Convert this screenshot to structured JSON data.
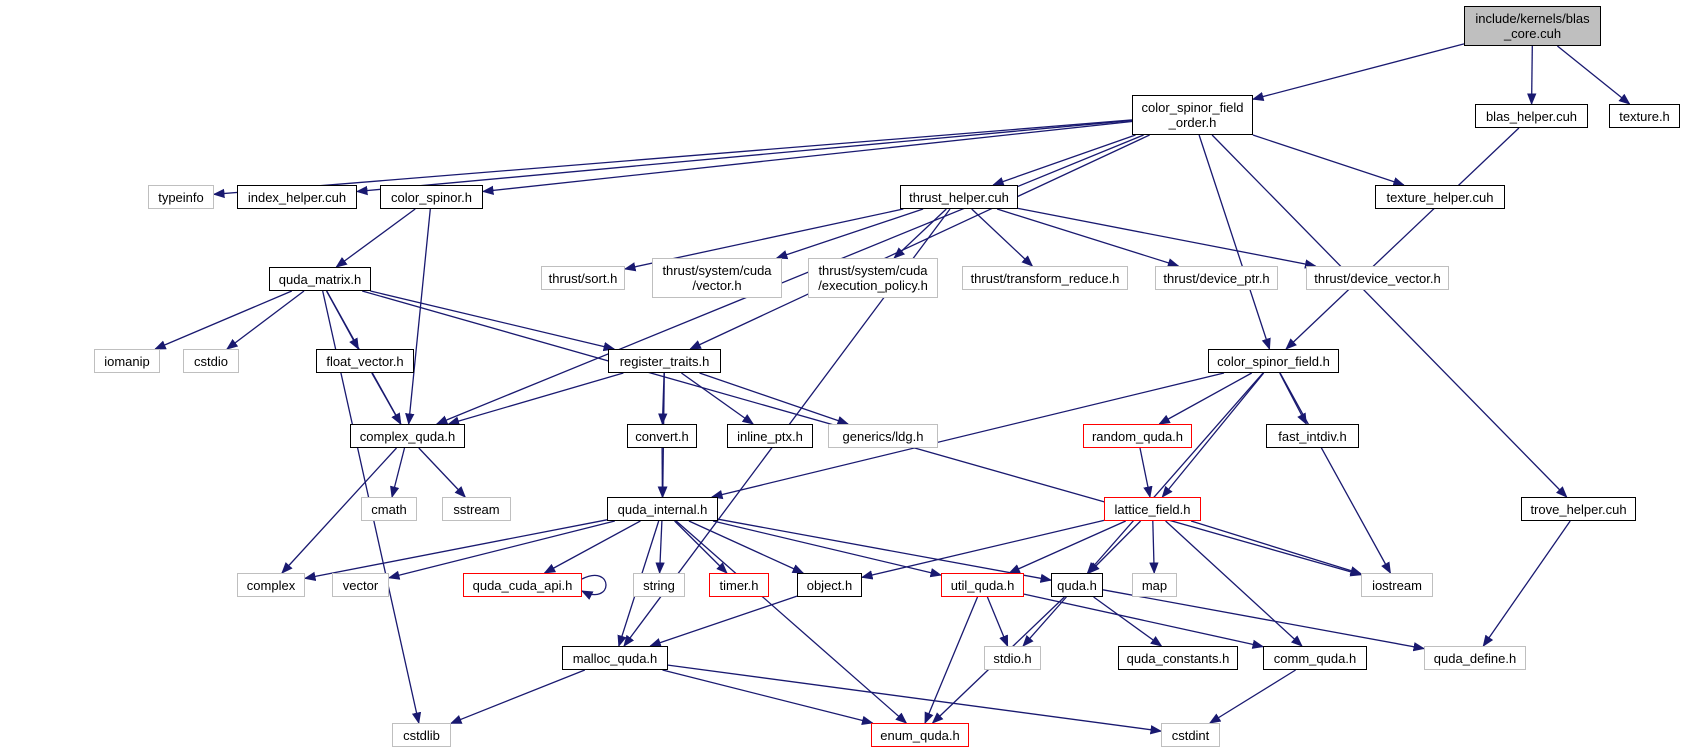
{
  "colors": {
    "edge": "#191970",
    "internal_border": "#000000",
    "external_border": "#bfbfbf",
    "truncated_border": "#ff0000",
    "root_fill": "#bfbfbf"
  },
  "nodes": {
    "root": {
      "label": "include/kernels/blas\n_core.cuh",
      "kind": "root"
    },
    "csfo": {
      "label": "color_spinor_field\n_order.h",
      "kind": "int"
    },
    "blas_helper": {
      "label": "blas_helper.cuh",
      "kind": "int"
    },
    "texture": {
      "label": "texture.h",
      "kind": "int"
    },
    "typeinfo": {
      "label": "typeinfo",
      "kind": "ext"
    },
    "index_helper": {
      "label": "index_helper.cuh",
      "kind": "int"
    },
    "color_spinor": {
      "label": "color_spinor.h",
      "kind": "int"
    },
    "thrust_helper": {
      "label": "thrust_helper.cuh",
      "kind": "int"
    },
    "texture_helper": {
      "label": "texture_helper.cuh",
      "kind": "int"
    },
    "t_sort": {
      "label": "thrust/sort.h",
      "kind": "ext"
    },
    "t_vector": {
      "label": "thrust/system/cuda\n/vector.h",
      "kind": "ext"
    },
    "t_exec": {
      "label": "thrust/system/cuda\n/execution_policy.h",
      "kind": "ext"
    },
    "t_reduce": {
      "label": "thrust/transform_reduce.h",
      "kind": "ext"
    },
    "t_dptr": {
      "label": "thrust/device_ptr.h",
      "kind": "ext"
    },
    "t_dvec": {
      "label": "thrust/device_vector.h",
      "kind": "ext"
    },
    "quda_matrix": {
      "label": "quda_matrix.h",
      "kind": "int"
    },
    "iomanip": {
      "label": "iomanip",
      "kind": "ext"
    },
    "cstdio": {
      "label": "cstdio",
      "kind": "ext"
    },
    "float_vector": {
      "label": "float_vector.h",
      "kind": "int"
    },
    "register_traits": {
      "label": "register_traits.h",
      "kind": "int"
    },
    "csf": {
      "label": "color_spinor_field.h",
      "kind": "int"
    },
    "complex_quda": {
      "label": "complex_quda.h",
      "kind": "int"
    },
    "convert": {
      "label": "convert.h",
      "kind": "int"
    },
    "inline_ptx": {
      "label": "inline_ptx.h",
      "kind": "int"
    },
    "ldg": {
      "label": "generics/ldg.h",
      "kind": "ext"
    },
    "random_quda": {
      "label": "random_quda.h",
      "kind": "trunc"
    },
    "fast_intdiv": {
      "label": "fast_intdiv.h",
      "kind": "int"
    },
    "cmath": {
      "label": "cmath",
      "kind": "ext"
    },
    "sstream": {
      "label": "sstream",
      "kind": "ext"
    },
    "quda_internal": {
      "label": "quda_internal.h",
      "kind": "int"
    },
    "lattice_field": {
      "label": "lattice_field.h",
      "kind": "trunc"
    },
    "trove_helper": {
      "label": "trove_helper.cuh",
      "kind": "int"
    },
    "complex": {
      "label": "complex",
      "kind": "ext"
    },
    "vector": {
      "label": "vector",
      "kind": "ext"
    },
    "quda_cuda_api": {
      "label": "quda_cuda_api.h",
      "kind": "trunc"
    },
    "string": {
      "label": "string",
      "kind": "ext"
    },
    "timer": {
      "label": "timer.h",
      "kind": "trunc"
    },
    "object": {
      "label": "object.h",
      "kind": "int"
    },
    "util_quda": {
      "label": "util_quda.h",
      "kind": "trunc"
    },
    "quda": {
      "label": "quda.h",
      "kind": "int"
    },
    "map": {
      "label": "map",
      "kind": "ext"
    },
    "iostream": {
      "label": "iostream",
      "kind": "ext"
    },
    "malloc_quda": {
      "label": "malloc_quda.h",
      "kind": "int"
    },
    "stdio": {
      "label": "stdio.h",
      "kind": "ext"
    },
    "quda_constants": {
      "label": "quda_constants.h",
      "kind": "int"
    },
    "comm_quda": {
      "label": "comm_quda.h",
      "kind": "int"
    },
    "quda_define": {
      "label": "quda_define.h",
      "kind": "ext"
    },
    "cstdlib": {
      "label": "cstdlib",
      "kind": "ext"
    },
    "enum_quda": {
      "label": "enum_quda.h",
      "kind": "trunc"
    },
    "cstdint": {
      "label": "cstdint",
      "kind": "ext"
    }
  },
  "edges": [
    [
      "root",
      "csfo"
    ],
    [
      "root",
      "blas_helper"
    ],
    [
      "root",
      "texture"
    ],
    [
      "csfo",
      "typeinfo"
    ],
    [
      "csfo",
      "index_helper"
    ],
    [
      "csfo",
      "color_spinor"
    ],
    [
      "csfo",
      "thrust_helper"
    ],
    [
      "csfo",
      "texture_helper"
    ],
    [
      "csfo",
      "complex_quda"
    ],
    [
      "csfo",
      "register_traits"
    ],
    [
      "csfo",
      "csf"
    ],
    [
      "csfo",
      "trove_helper"
    ],
    [
      "blas_helper",
      "csf"
    ],
    [
      "color_spinor",
      "quda_matrix"
    ],
    [
      "color_spinor",
      "complex_quda"
    ],
    [
      "thrust_helper",
      "t_sort"
    ],
    [
      "thrust_helper",
      "t_vector"
    ],
    [
      "thrust_helper",
      "t_exec"
    ],
    [
      "thrust_helper",
      "t_reduce"
    ],
    [
      "thrust_helper",
      "t_dptr"
    ],
    [
      "thrust_helper",
      "t_dvec"
    ],
    [
      "thrust_helper",
      "malloc_quda"
    ],
    [
      "quda_matrix",
      "iomanip"
    ],
    [
      "quda_matrix",
      "cstdio"
    ],
    [
      "quda_matrix",
      "float_vector"
    ],
    [
      "quda_matrix",
      "register_traits"
    ],
    [
      "quda_matrix",
      "complex_quda"
    ],
    [
      "quda_matrix",
      "iostream"
    ],
    [
      "quda_matrix",
      "cstdlib"
    ],
    [
      "float_vector",
      "complex_quda"
    ],
    [
      "register_traits",
      "complex_quda"
    ],
    [
      "register_traits",
      "convert"
    ],
    [
      "register_traits",
      "inline_ptx"
    ],
    [
      "register_traits",
      "ldg"
    ],
    [
      "register_traits",
      "quda_internal"
    ],
    [
      "convert",
      "quda_internal"
    ],
    [
      "csf",
      "random_quda"
    ],
    [
      "csf",
      "fast_intdiv"
    ],
    [
      "csf",
      "lattice_field"
    ],
    [
      "csf",
      "quda_internal"
    ],
    [
      "csf",
      "quda"
    ],
    [
      "csf",
      "iostream"
    ],
    [
      "random_quda",
      "lattice_field"
    ],
    [
      "complex_quda",
      "cmath"
    ],
    [
      "complex_quda",
      "sstream"
    ],
    [
      "complex_quda",
      "complex"
    ],
    [
      "quda_internal",
      "complex"
    ],
    [
      "quda_internal",
      "vector"
    ],
    [
      "quda_internal",
      "quda_cuda_api"
    ],
    [
      "quda_internal",
      "string"
    ],
    [
      "quda_internal",
      "timer"
    ],
    [
      "quda_internal",
      "object"
    ],
    [
      "quda_internal",
      "util_quda"
    ],
    [
      "quda_internal",
      "quda"
    ],
    [
      "quda_internal",
      "malloc_quda"
    ],
    [
      "quda_internal",
      "enum_quda"
    ],
    [
      "quda_cuda_api",
      "quda_cuda_api"
    ],
    [
      "lattice_field",
      "object"
    ],
    [
      "lattice_field",
      "util_quda"
    ],
    [
      "lattice_field",
      "quda"
    ],
    [
      "lattice_field",
      "map"
    ],
    [
      "lattice_field",
      "iostream"
    ],
    [
      "lattice_field",
      "comm_quda"
    ],
    [
      "object",
      "malloc_quda"
    ],
    [
      "util_quda",
      "stdio"
    ],
    [
      "util_quda",
      "enum_quda"
    ],
    [
      "util_quda",
      "comm_quda"
    ],
    [
      "quda",
      "stdio"
    ],
    [
      "quda",
      "quda_constants"
    ],
    [
      "quda",
      "quda_define"
    ],
    [
      "quda",
      "enum_quda"
    ],
    [
      "malloc_quda",
      "cstdlib"
    ],
    [
      "malloc_quda",
      "enum_quda"
    ],
    [
      "malloc_quda",
      "cstdint"
    ],
    [
      "comm_quda",
      "cstdint"
    ],
    [
      "trove_helper",
      "quda_define"
    ]
  ]
}
